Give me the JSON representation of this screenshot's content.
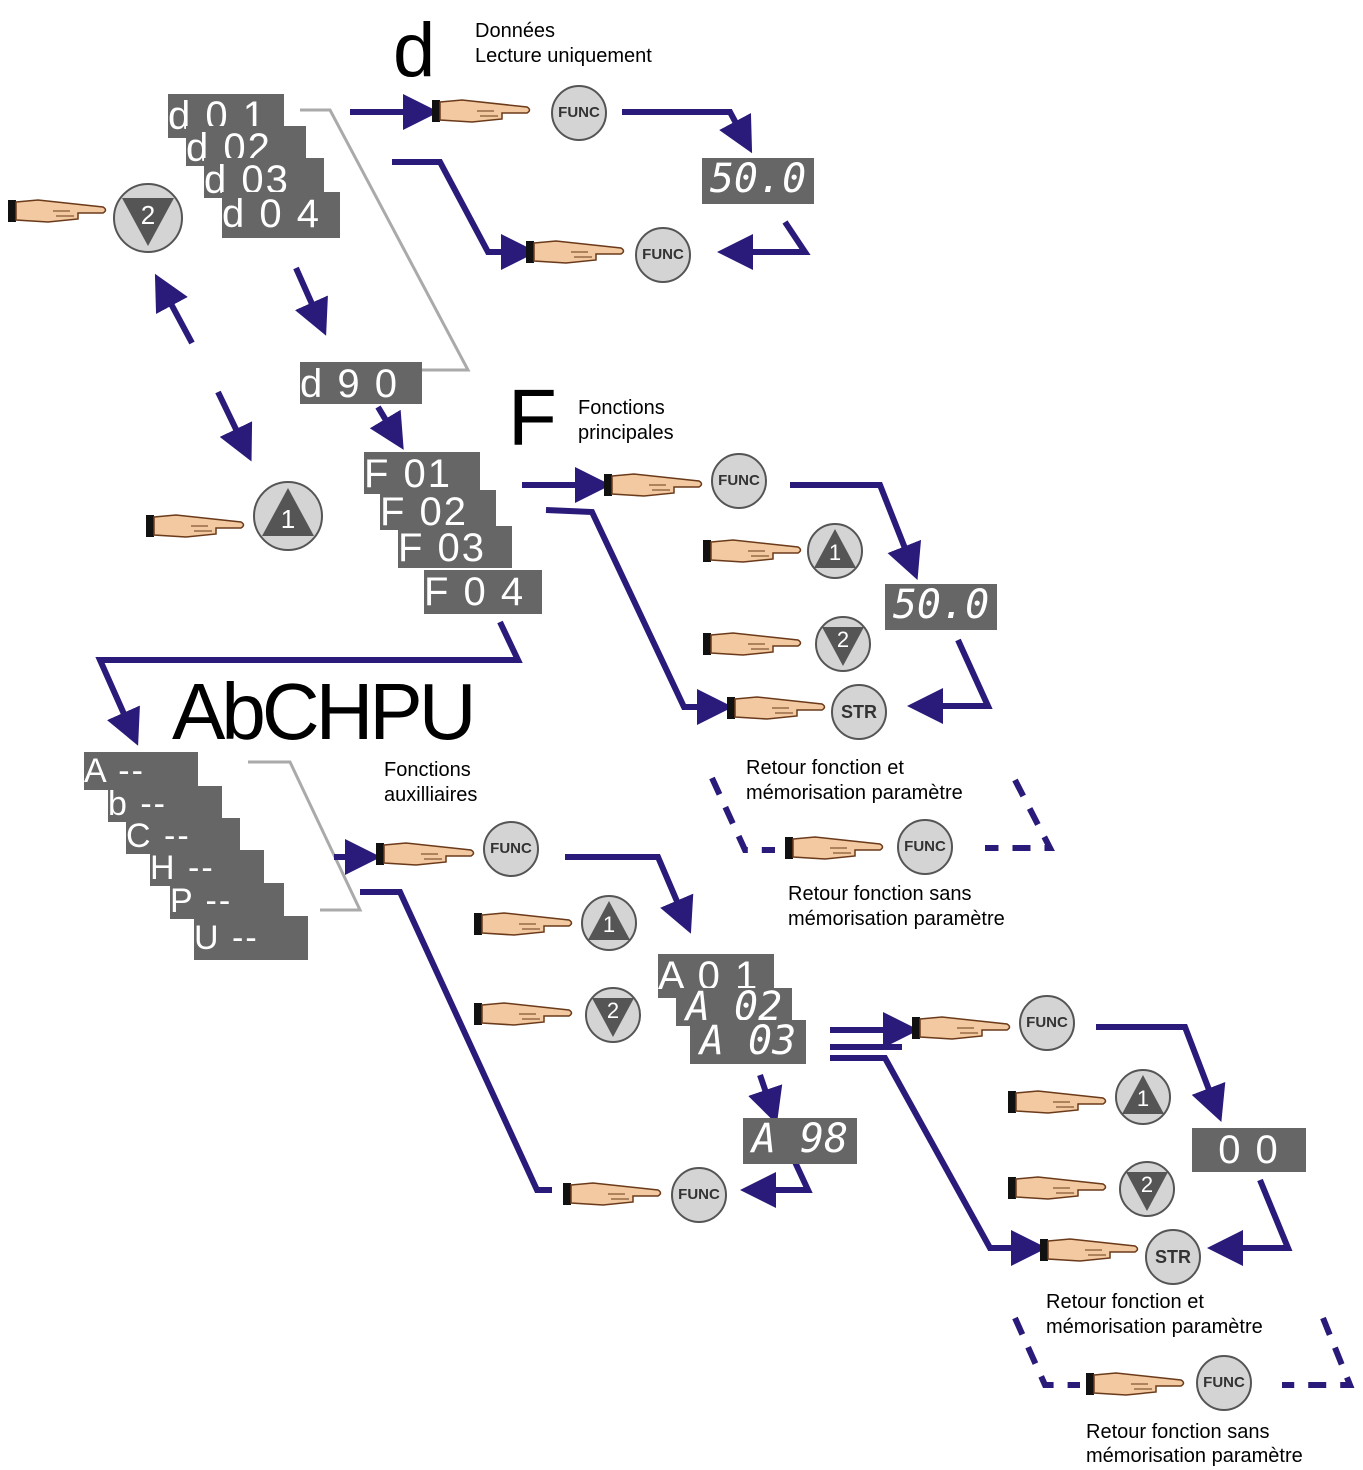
{
  "colors": {
    "arrow": "#2a1a7a",
    "display": "#666666",
    "gray_line": "#aaaaaa"
  },
  "groups": {
    "d": {
      "letter": "d",
      "caption_1": "Données",
      "caption_2": "Lecture uniquement"
    },
    "f": {
      "letter": "F",
      "caption_1": "Fonctions",
      "caption_2": "principales"
    },
    "aux": {
      "letters": "AbCHPU",
      "caption_1": "Fonctions",
      "caption_2": "auxilliaires"
    }
  },
  "displays": {
    "d01": "d 0 1",
    "d02": "d 02",
    "d03": "d 03",
    "d04": "d 0 4",
    "d90": "d 9 0",
    "f01": "F 01",
    "f02": "F 02",
    "f03": "F 03",
    "f04": "F 0 4",
    "a": "A --",
    "b": "b --",
    "c": "C --",
    "h": "H --",
    "p": "P --",
    "u": "U --",
    "a01": "A 0 1",
    "a02": "A 02",
    "a03": "A 03",
    "a98": "A 98",
    "val_d": "50.0",
    "val_f": "50.0",
    "val_a": "0 0"
  },
  "buttons": {
    "func": "FUNC",
    "str": "STR",
    "up": "1",
    "down": "2"
  },
  "notes": {
    "f_store_1": "Retour fonction et",
    "f_store_2": "mémorisation paramètre",
    "f_nostore_1": "Retour fonction sans",
    "f_nostore_2": "mémorisation paramètre",
    "a_store_1": "Retour fonction et",
    "a_store_2": "mémorisation paramètre",
    "a_nostore_1": "Retour fonction sans",
    "a_nostore_2": "mémorisation paramètre"
  }
}
